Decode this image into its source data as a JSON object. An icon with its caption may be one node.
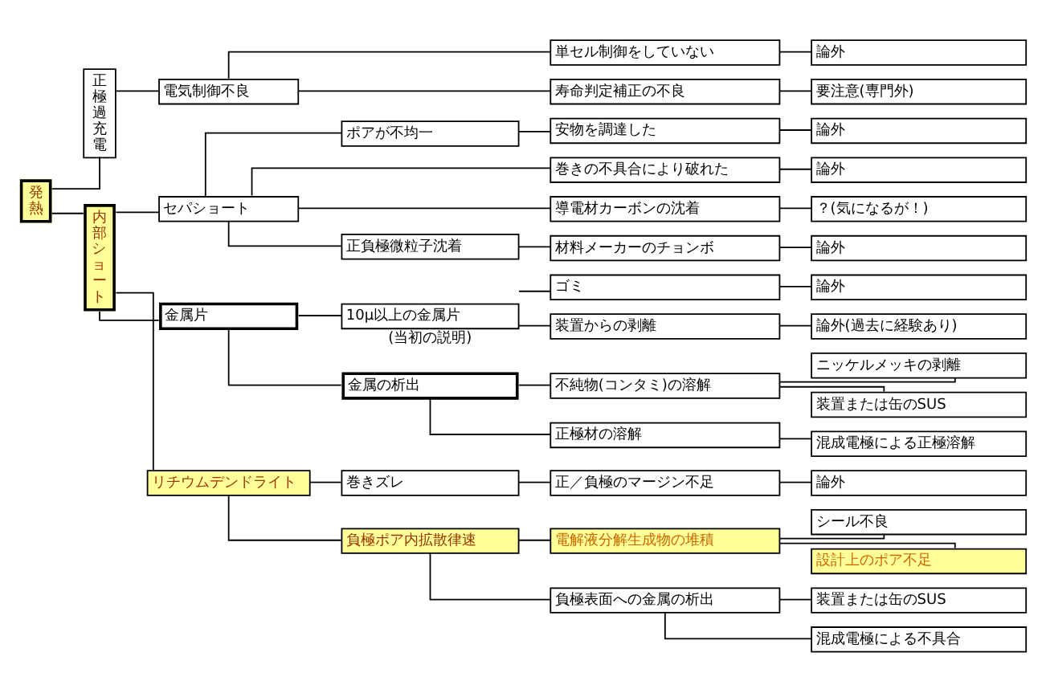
{
  "diagram": {
    "nodes": [
      {
        "text": [
          "発熱"
        ]
      },
      {
        "text": [
          "正極過充電"
        ]
      },
      {
        "text": [
          "電気制御不良"
        ]
      },
      {
        "text": [
          "単セル制御をしていない"
        ]
      },
      {
        "text": [
          "論外"
        ]
      },
      {
        "text": [
          "寿命判定補正の不良"
        ]
      },
      {
        "text": [
          "要注意(専門外)"
        ]
      },
      {
        "text": [
          "内部ショート"
        ]
      },
      {
        "text": [
          "セパショート"
        ]
      },
      {
        "text": [
          "ポアが不均一"
        ]
      },
      {
        "text": [
          "安物を調達した"
        ]
      },
      {
        "text": [
          "論外"
        ]
      },
      {
        "text": [
          "巻きの不具合により破れた"
        ]
      },
      {
        "text": [
          "論外"
        ]
      },
      {
        "text": [
          "導電材カーボンの沈着"
        ]
      },
      {
        "text": [
          "？(気になるが！)"
        ]
      },
      {
        "text": [
          "正負極微粒子沈着"
        ]
      },
      {
        "text": [
          "材料メーカーのチョンボ"
        ]
      },
      {
        "text": [
          "論外"
        ]
      },
      {
        "text": [
          "金属片"
        ]
      },
      {
        "text": [
          "10μ以上の金属片"
        ],
        "beside": [
          "(当初の説明)"
        ]
      },
      {
        "text": [
          "ゴミ"
        ]
      },
      {
        "text": [
          "論外"
        ]
      },
      {
        "text": [
          "装置からの剥離"
        ]
      },
      {
        "text": [
          "論外(過去に経験あり)"
        ]
      },
      {
        "text": [
          "金属の析出"
        ]
      },
      {
        "text": [
          "不純物(コンタミ)の溶解"
        ]
      },
      {
        "text": [
          "ニッケルメッキの剥離"
        ]
      },
      {
        "text": [
          "装置または缶のSUS"
        ]
      },
      {
        "text": [
          "正極材の溶解"
        ]
      },
      {
        "text": [
          "混成電極による正極溶解"
        ]
      },
      {
        "text": [
          "リチウムデンドライト"
        ]
      },
      {
        "text": [
          "巻きズレ"
        ]
      },
      {
        "text": [
          "正／負極のマージン不足"
        ]
      },
      {
        "text": [
          "論外"
        ]
      },
      {
        "text": [
          "負極ポア内拡散律速"
        ]
      },
      {
        "text": [
          "電解液分解生成物の堆積"
        ]
      },
      {
        "text": [
          "シール不良"
        ]
      },
      {
        "text": [
          "設計上のポア不足"
        ]
      },
      {
        "text": [
          "負極表面への金属の析出"
        ]
      },
      {
        "text": [
          "装置または缶のSUS"
        ]
      },
      {
        "text": [
          "混成電極による不具合"
        ]
      }
    ],
    "edges": [
      {
        "from": 0,
        "to": 1,
        "arrow": "none"
      },
      {
        "from": 0,
        "to": 7,
        "arrow": "none"
      },
      {
        "from": 1,
        "to": 2,
        "arrow": "none"
      },
      {
        "from": 2,
        "to": 3,
        "arrow": "none"
      },
      {
        "from": 2,
        "to": 5,
        "arrow": "none"
      },
      {
        "from": 3,
        "to": 4,
        "arrow": "none"
      },
      {
        "from": 5,
        "to": 6,
        "arrow": "none"
      },
      {
        "from": 7,
        "to": 8,
        "arrow": "none"
      },
      {
        "from": 7,
        "to": 19,
        "arrow": "none"
      },
      {
        "from": 7,
        "to": 31,
        "arrow": "none"
      },
      {
        "from": 8,
        "to": 9,
        "arrow": "none"
      },
      {
        "from": 8,
        "to": 12,
        "arrow": "none"
      },
      {
        "from": 8,
        "to": 14,
        "arrow": "none"
      },
      {
        "from": 8,
        "to": 16,
        "arrow": "none"
      },
      {
        "from": 9,
        "to": 10,
        "arrow": "none"
      },
      {
        "from": 10,
        "to": 11,
        "arrow": "none"
      },
      {
        "from": 12,
        "to": 13,
        "arrow": "none"
      },
      {
        "from": 14,
        "to": 15,
        "arrow": "none"
      },
      {
        "from": 16,
        "to": 17,
        "arrow": "none"
      },
      {
        "from": 17,
        "to": 18,
        "arrow": "none"
      },
      {
        "from": 19,
        "to": 20,
        "arrow": "none"
      },
      {
        "from": 19,
        "to": 25,
        "arrow": "none"
      },
      {
        "from": 20,
        "to": 21,
        "arrow": "none"
      },
      {
        "from": 20,
        "to": 23,
        "arrow": "none"
      },
      {
        "from": 21,
        "to": 22,
        "arrow": "none"
      },
      {
        "from": 23,
        "to": 24,
        "arrow": "none"
      },
      {
        "from": 25,
        "to": 26,
        "arrow": "none"
      },
      {
        "from": 25,
        "to": 29,
        "arrow": "none"
      },
      {
        "from": 26,
        "to": 27,
        "arrow": "none"
      },
      {
        "from": 26,
        "to": 28,
        "arrow": "none"
      },
      {
        "from": 29,
        "to": 30,
        "arrow": "none"
      },
      {
        "from": 31,
        "to": 32,
        "arrow": "none"
      },
      {
        "from": 31,
        "to": 35,
        "arrow": "none"
      },
      {
        "from": 32,
        "to": 33,
        "arrow": "none"
      },
      {
        "from": 33,
        "to": 34,
        "arrow": "none"
      },
      {
        "from": 35,
        "to": 36,
        "arrow": "none"
      },
      {
        "from": 35,
        "to": 39,
        "arrow": "none"
      },
      {
        "from": 36,
        "to": 37,
        "arrow": "none"
      },
      {
        "from": 36,
        "to": 38,
        "arrow": "none"
      },
      {
        "from": 39,
        "to": 40,
        "arrow": "none"
      },
      {
        "from": 39,
        "to": 41,
        "arrow": "none"
      }
    ]
  }
}
